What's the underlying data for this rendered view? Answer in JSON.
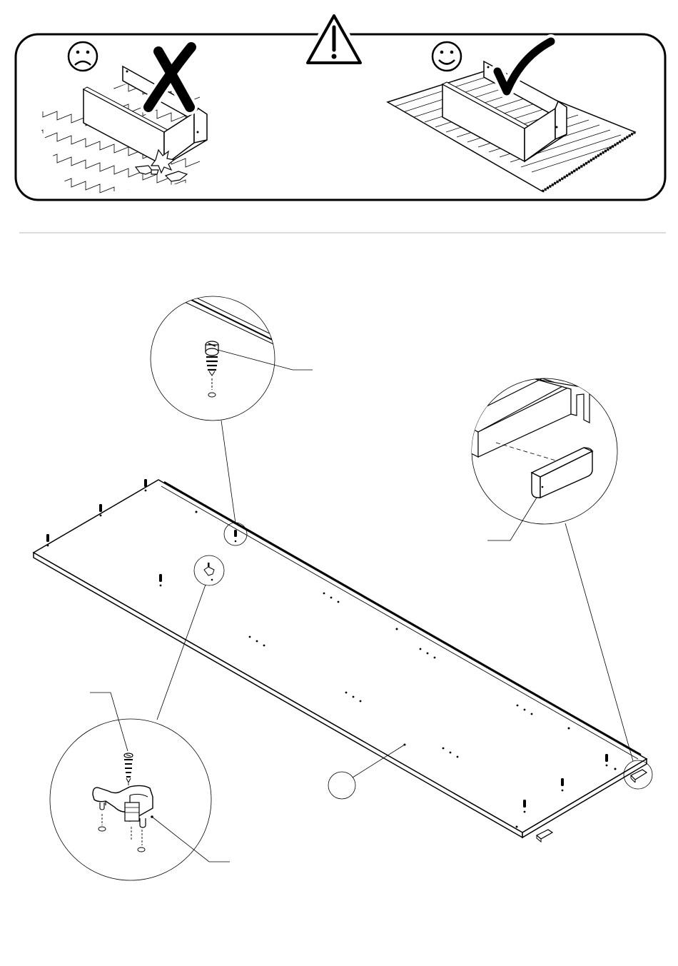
{
  "warning_panel": {
    "wrong": {
      "face": "sad-face-icon",
      "mark": "cross-mark-icon",
      "surface": "hard-tile-floor"
    },
    "right": {
      "face": "happy-face-icon",
      "mark": "check-mark-icon",
      "surface": "soft-carpet"
    },
    "symbol": "warning-triangle-icon"
  },
  "step": {
    "part_callout_label": "",
    "details": [
      "cam-bolt-detail",
      "glide-pad-detail",
      "bracket-screw-detail"
    ]
  },
  "colors": {
    "ink": "#000000",
    "paper": "#ffffff",
    "divider": "#c8c8c8"
  }
}
